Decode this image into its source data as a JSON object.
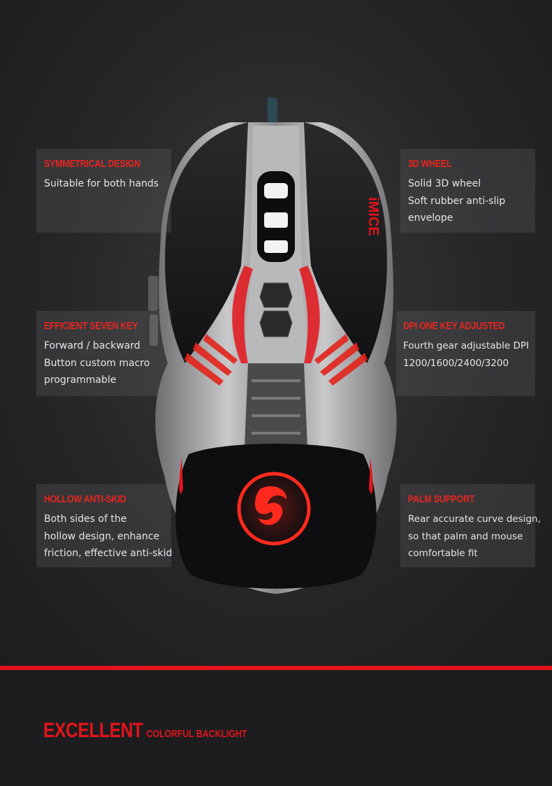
{
  "product": {
    "brand": "iMICE"
  },
  "features": [
    {
      "title": "SYMMETRICAL DESIGN",
      "lines": [
        "Suitable for both hands"
      ]
    },
    {
      "title": "3D WHEEL",
      "lines": [
        "Solid 3D wheel",
        "Soft rubber anti-slip",
        "envelope"
      ]
    },
    {
      "title": "EFFICIENT SEVEN KEY",
      "lines": [
        "Forward / backward",
        "Button custom macro",
        "programmable"
      ]
    },
    {
      "title": "DPI ONE KEY ADJUSTED",
      "lines": [
        "Fourth gear adjustable DPI",
        "1200/1600/2400/3200"
      ]
    },
    {
      "title": "HOLLOW ANTI-SKID",
      "lines": [
        "Both sides of the",
        "hollow design, enhance",
        "friction, effective anti-skid"
      ]
    },
    {
      "title": "PALM SUPPORT",
      "lines": [
        "Rear accurate curve design,",
        "so that palm and mouse",
        "comfortable fit"
      ]
    }
  ],
  "tagline": {
    "big": "EXCELLENT",
    "small": "COLORFUL BACKLIGHT"
  },
  "colors": {
    "accent": "#e3141b",
    "card_text": "#e6e6e6",
    "background": "#262628"
  }
}
